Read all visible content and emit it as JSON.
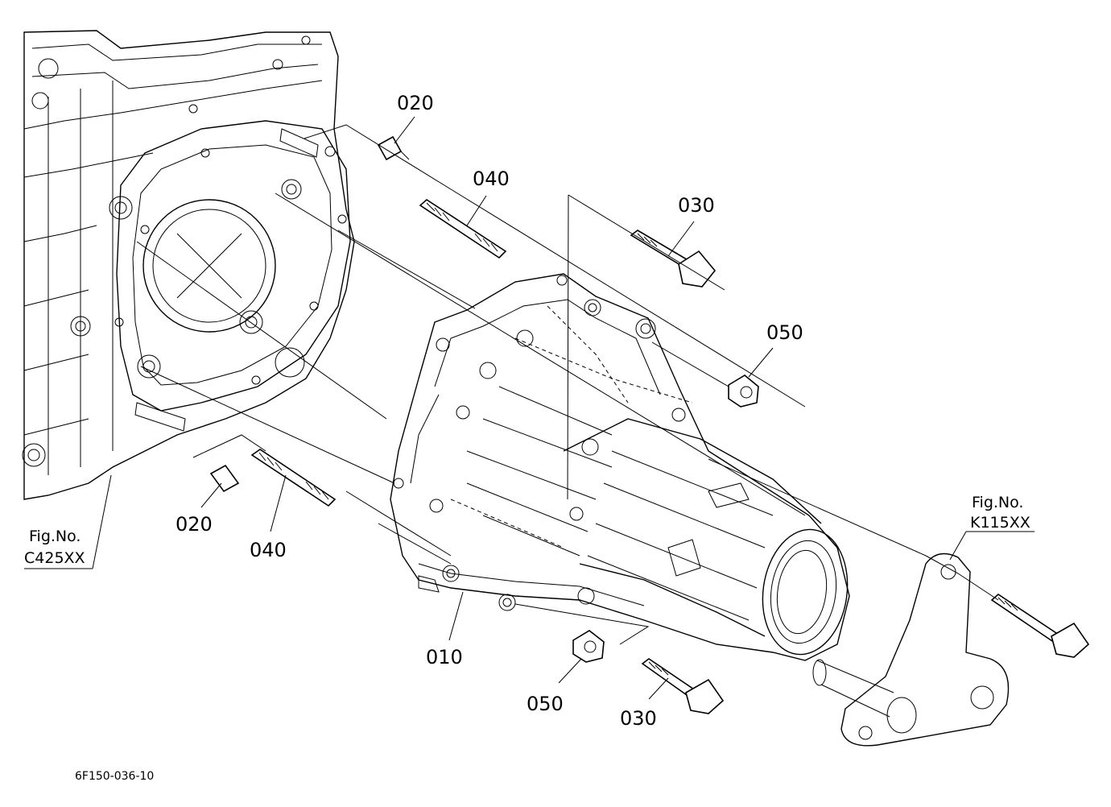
{
  "callouts": {
    "c010": "010",
    "c020_top": "020",
    "c020_bottom": "020",
    "c030_top": "030",
    "c030_bottom": "030",
    "c040_top": "040",
    "c040_bottom": "040",
    "c050_top": "050",
    "c050_bottom": "050"
  },
  "fig_refs": {
    "left": {
      "line1": "Fig.No.",
      "line2": "C425XX"
    },
    "right": {
      "line1": "Fig.No.",
      "line2": "K115XX"
    }
  },
  "drawing_code": "6F150-036-10"
}
